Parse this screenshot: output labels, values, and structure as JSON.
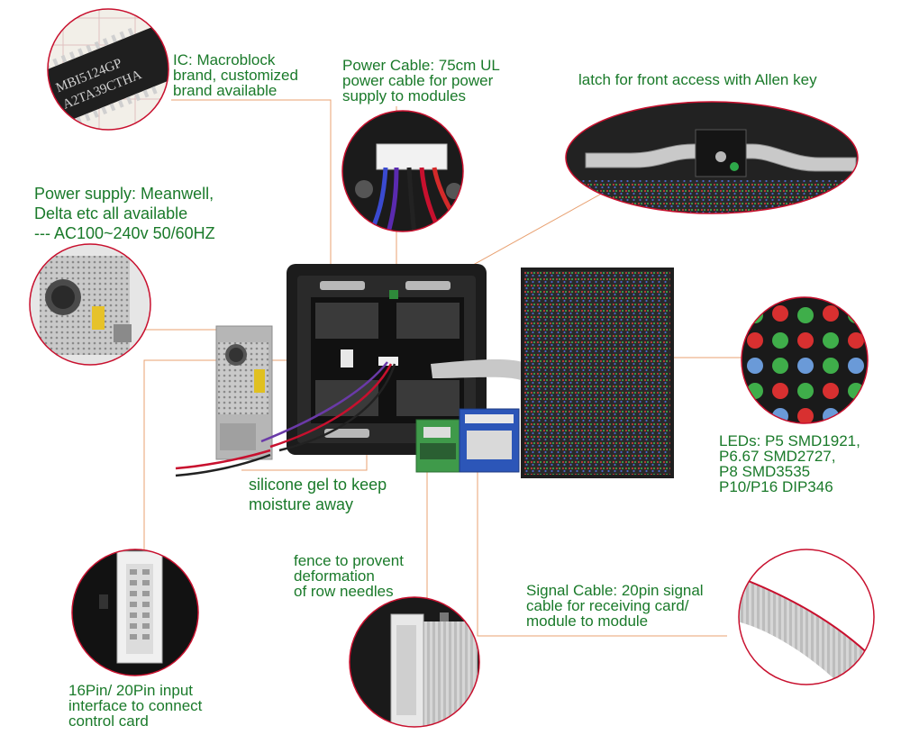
{
  "labels": {
    "ic": "IC: Macroblock\nbrand, customized\nbrand available",
    "power_cable": "Power Cable: 75cm UL\npower cable for power\nsupply to modules",
    "latch": "latch for front access with Allen key",
    "power_supply": "Power supply: Meanwell,\nDelta etc all available\n--- AC100~240v 50/60HZ",
    "leds": "LEDs: P5 SMD1921,\nP6.67 SMD2727,\nP8 SMD3535\nP10/P16 DIP346",
    "silicone": "silicone gel to keep\nmoisture away",
    "fence": "fence to provent\ndeformation\nof row needles",
    "signal_cable": "Signal Cable: 20pin signal\ncable for receiving card/\nmodule to module",
    "input_interface": "16Pin/ 20Pin input\ninterface to connect\ncontrol card"
  },
  "chip_markings": {
    "line1": "MBI5124GP",
    "line2": "A2TA39CTHA"
  },
  "colors": {
    "label_text": "#1a7a2a",
    "leader_line": "#e8a070",
    "circle_border": "#c8102e"
  }
}
